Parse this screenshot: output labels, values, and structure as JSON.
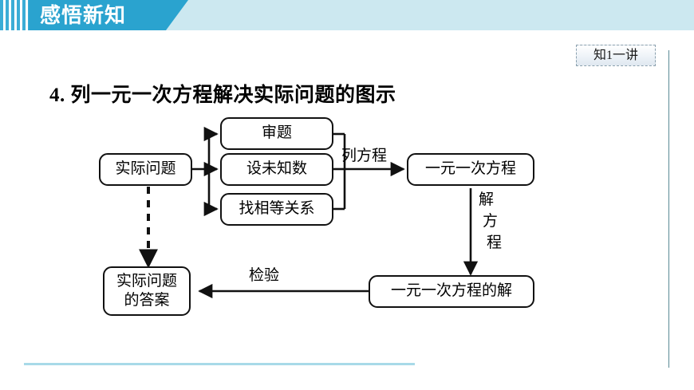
{
  "header": {
    "title": "感悟新知",
    "tab_color": "#2aa3cf",
    "band_color": "#cce8f0",
    "stripe_color": "#3badd6"
  },
  "badge": {
    "label": "知1一讲"
  },
  "section": {
    "title": "4. 列一元一次方程解决实际问题的图示"
  },
  "flowchart": {
    "nodes": {
      "problem": "实际问题",
      "review": "审题",
      "unknown": "设未知数",
      "relation": "找相等关系",
      "equation": "一元一次方程",
      "solution": "一元一次方程的解",
      "answer_line1": "实际问题",
      "answer_line2": "的答案"
    },
    "edge_labels": {
      "form_equation": "列方程",
      "solve_char1": "解",
      "solve_char2": "方",
      "solve_char3": "程",
      "verify": "检验"
    }
  },
  "decor": {
    "rule_color": "#a8dae8",
    "vertical_rule_color": "#5b8a96"
  }
}
